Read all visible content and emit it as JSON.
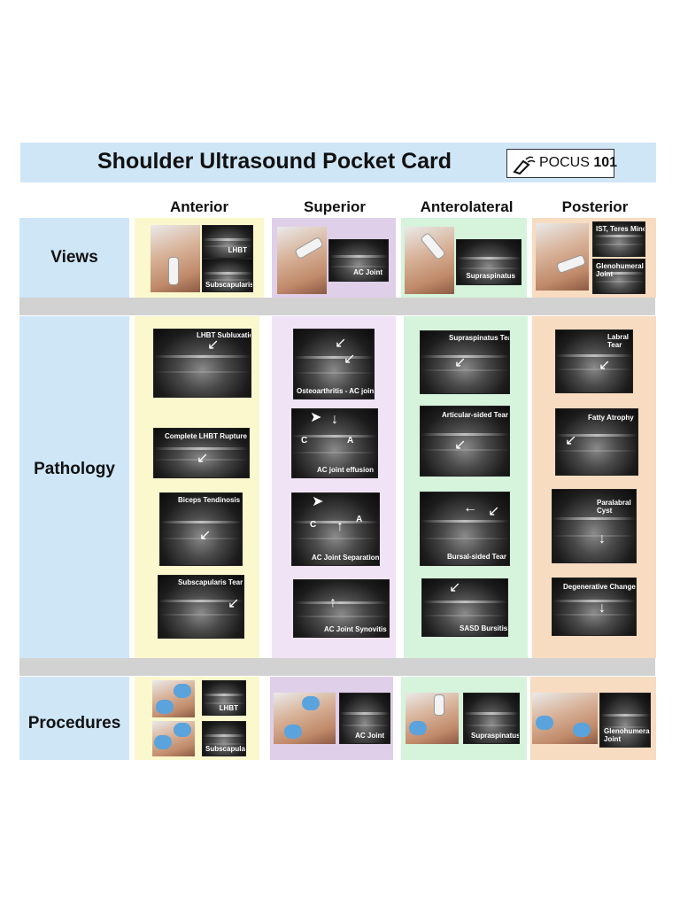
{
  "title": "Shoulder Ultrasound Pocket Card",
  "logo": {
    "text": "POCUS",
    "number": "101",
    "icon": "probe-icon"
  },
  "columns": [
    "Anterior",
    "Superior",
    "Anterolateral",
    "Posterior"
  ],
  "rows": {
    "views": "Views",
    "pathology": "Pathology",
    "procedures": "Procedures"
  },
  "views": {
    "anterior": [
      "LHBT",
      "Subscapularis"
    ],
    "superior": [
      "AC Joint"
    ],
    "anterolateral": [
      "Supraspinatus"
    ],
    "posterior": [
      "IST, Teres Minor",
      "Glenohumeral Joint"
    ]
  },
  "pathology": {
    "anterior": [
      "LHBT Subluxation",
      "Complete LHBT Rupture",
      "Biceps Tendinosis",
      "Subscapularis Tear"
    ],
    "superior": [
      "Osteoarthritis - AC joint",
      "AC joint effusion",
      "AC Joint Separation",
      "AC Joint Synovitis"
    ],
    "anterolateral": [
      "Supraspinatus Tear",
      "Articular-sided Tear",
      "Bursal-sided Tear",
      "SASD Bursitis"
    ],
    "posterior": [
      "Labral Tear",
      "Fatty Atrophy",
      "Paralabral Cyst",
      "Degenerative Changes"
    ]
  },
  "markers": {
    "c": "C",
    "a": "A"
  },
  "procedures": {
    "anterior": [
      "LHBT",
      "Subscapularis"
    ],
    "superior": [
      "AC Joint"
    ],
    "anterolateral": [
      "Supraspinatus"
    ],
    "posterior": [
      "Glenohumeral Joint"
    ]
  }
}
